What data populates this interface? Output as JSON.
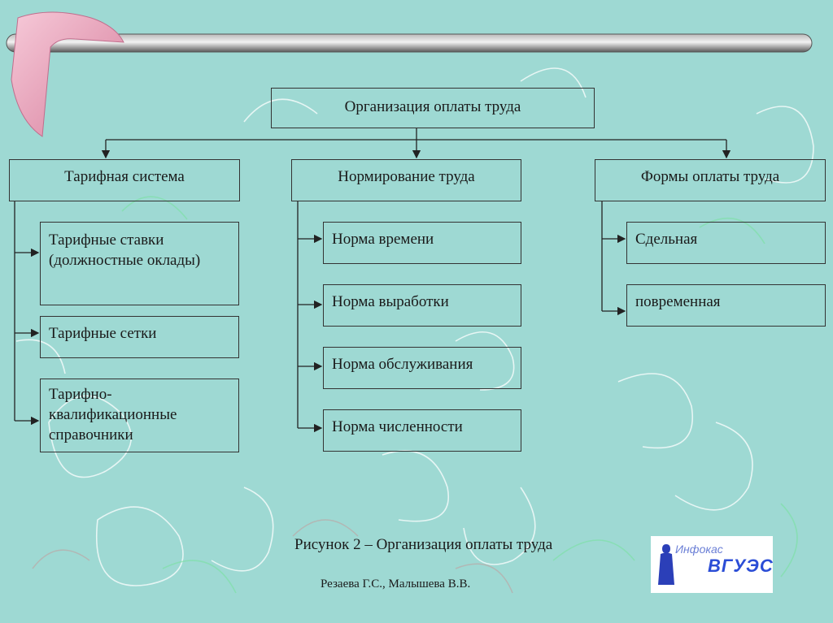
{
  "diagram": {
    "root": "Организация оплаты труда",
    "branches": [
      {
        "label": "Тарифная система",
        "children": [
          "Тарифные ставки (должностные оклады)",
          "Тарифные сетки",
          "Тарифно-квалификационные справочники"
        ]
      },
      {
        "label": "Нормирование труда",
        "children": [
          "Норма времени",
          "Норма выработки",
          "Норма обслуживания",
          "Норма численности"
        ]
      },
      {
        "label": "Формы оплаты труда",
        "children": [
          "Сдельная",
          "повременная"
        ]
      }
    ]
  },
  "caption": "Рисунок 2 – Организация оплаты труда",
  "authors": "Резаева Г.С., Малышева В.В.",
  "logo": {
    "word1": "Инфокас",
    "word2": "ВГУЭС"
  },
  "colors": {
    "background": "#9ed9d3",
    "rod": "#6e6e6e",
    "boomerang": "#e7a9bf"
  }
}
